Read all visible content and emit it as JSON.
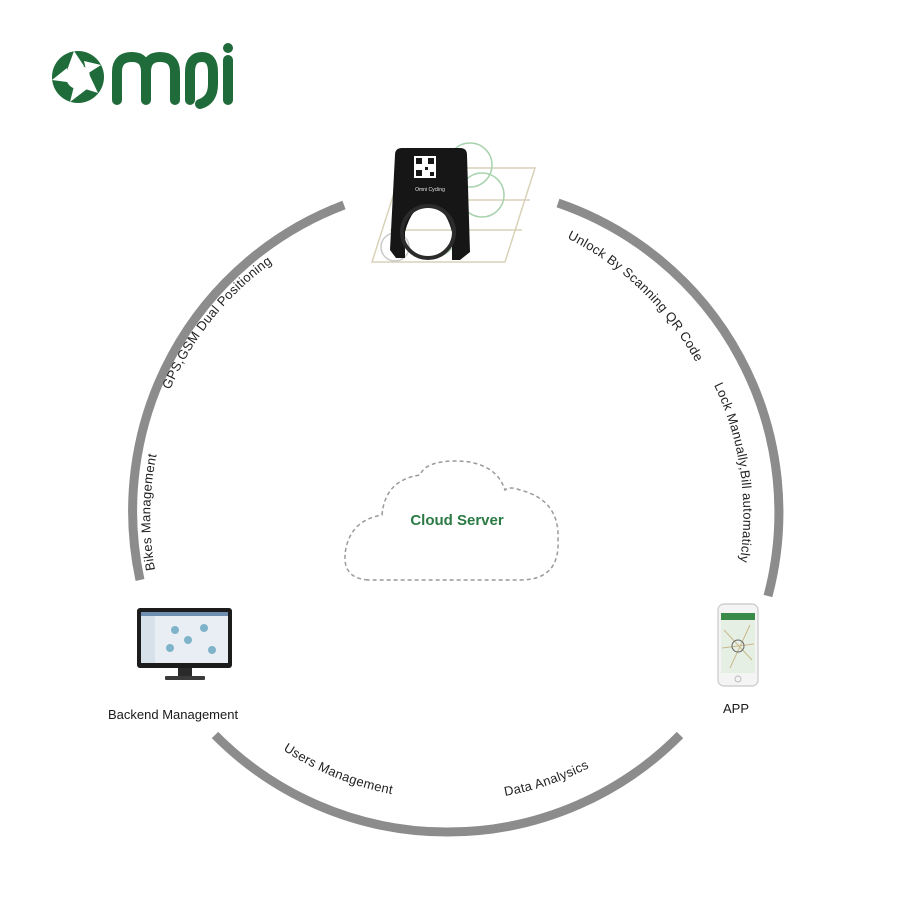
{
  "brand": {
    "logo_text": "omni",
    "color": "#1f6b3a"
  },
  "diagram": {
    "ring_color": "#8c8c8c",
    "center": {
      "label": "Cloud Server",
      "color": "#2a7a43"
    },
    "nodes": {
      "lock": {
        "device_text": "Omni Cycling"
      },
      "backend": {
        "label": "Backend Management"
      },
      "app": {
        "label": "APP"
      }
    },
    "arc_labels": {
      "gps": "GPS,GSM Dual Positioning",
      "bikes": "Bikes Management",
      "unlock": "Unlock By Scanning QR Code",
      "lock_manual": "Lock Manually,Bill automaticly",
      "users": "Users Management",
      "data": "Data Analysics"
    }
  }
}
